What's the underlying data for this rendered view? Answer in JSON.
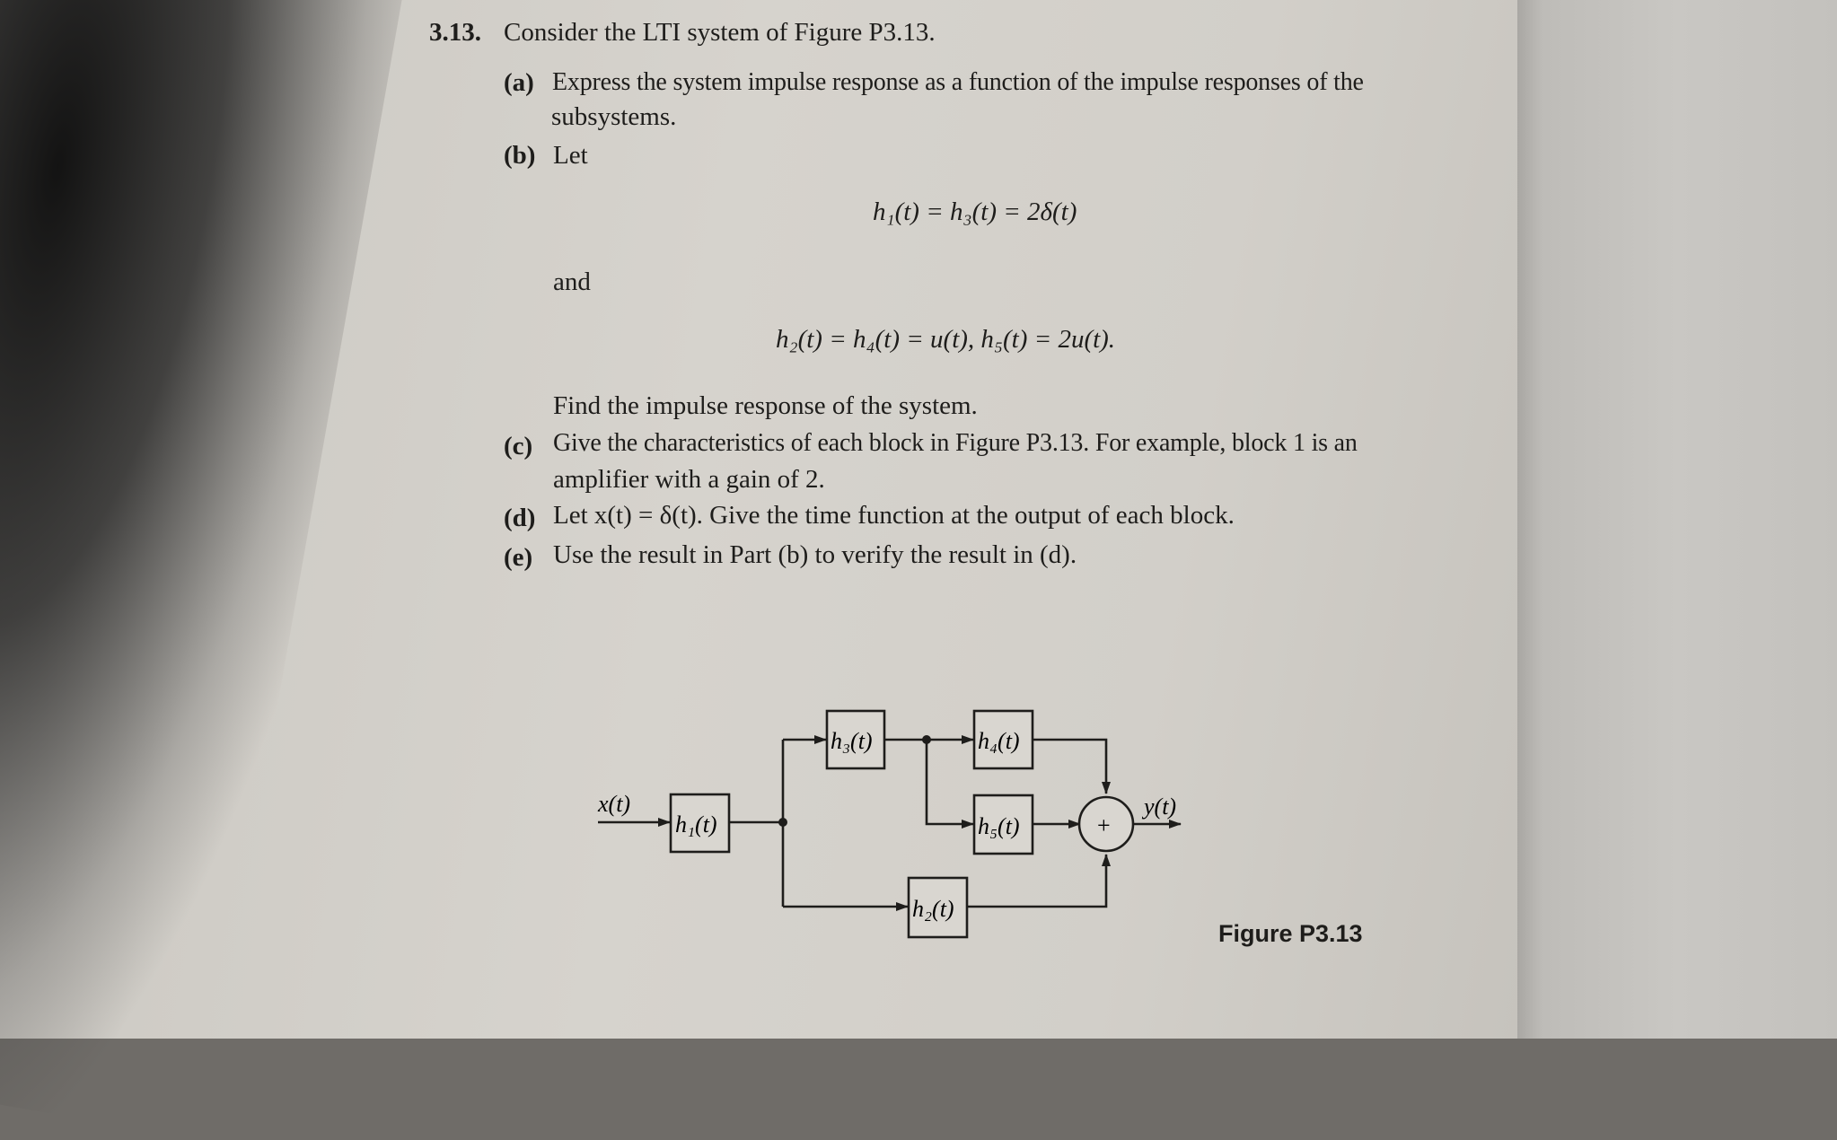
{
  "problem": {
    "number": "3.13.",
    "title": "Consider the LTI system of Figure P3.13.",
    "part_a": {
      "label": "(a)",
      "line1": "Express the system impulse response as a function of the impulse responses of the",
      "line2": "subsystems."
    },
    "part_b": {
      "label": "(b)",
      "intro": "Let",
      "eq1": "h₁(t) = h₃(t) = 2δ(t)",
      "and": "and",
      "eq2": "h₂(t) = h₄(t) = u(t),   h₅(t) = 2u(t).",
      "find": "Find the impulse response of the system."
    },
    "part_c": {
      "label": "(c)",
      "line1": "Give the characteristics of each block in Figure P3.13. For example, block 1 is an",
      "line2": "amplifier with a gain of 2."
    },
    "part_d": {
      "label": "(d)",
      "text": "Let x(t) = δ(t). Give the time function at the output of each block."
    },
    "part_e": {
      "label": "(e)",
      "text": "Use the result in Part (b) to verify the result in (d)."
    }
  },
  "figure": {
    "caption": "Figure P3.13",
    "input_label": "x(t)",
    "output_label": "y(t)",
    "summer_symbol": "+",
    "blocks": {
      "h1": "h₁(t)",
      "h2": "h₂(t)",
      "h3": "h₃(t)",
      "h4": "h₄(t)",
      "h5": "h₅(t)"
    }
  },
  "colors": {
    "paper": "#d4d1cb",
    "ink": "#1e1d1b"
  }
}
